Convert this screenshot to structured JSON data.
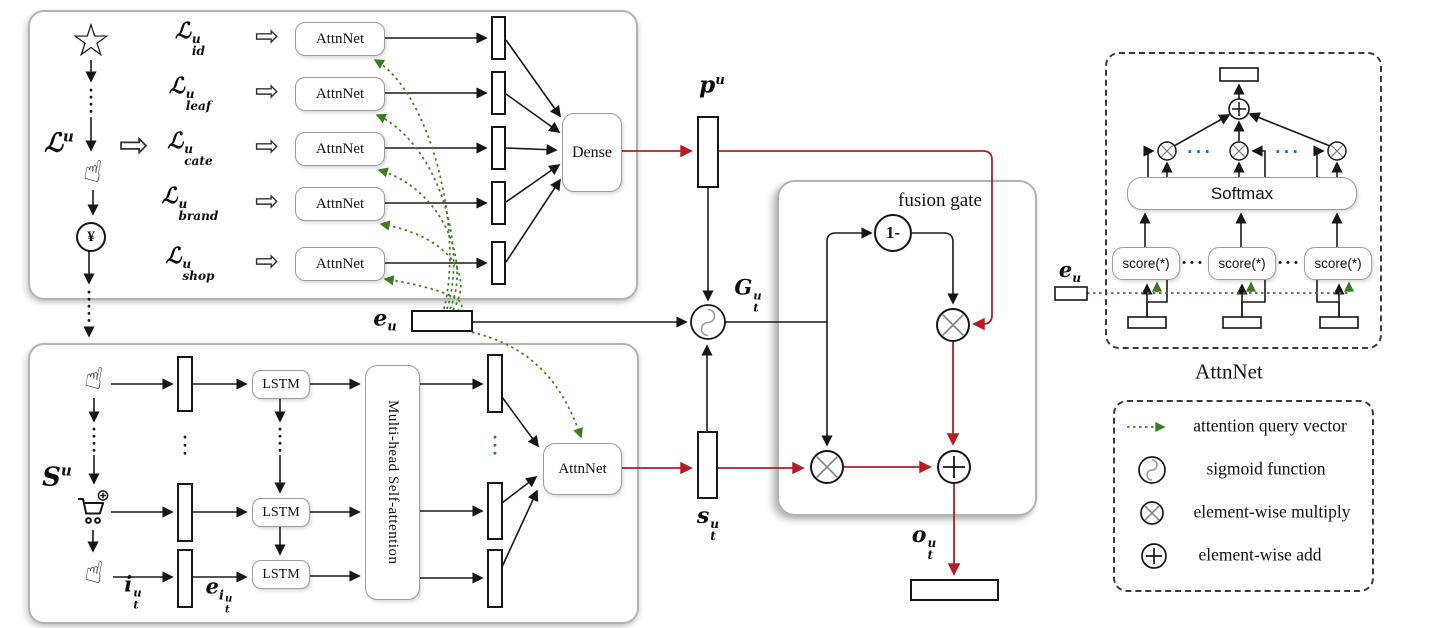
{
  "colors": {
    "red": "#b11f24",
    "green": "#3c7c1e",
    "blue_dots": "#3465a4",
    "box_border": "#b3b3b3",
    "small_border": "#9c9c9c"
  },
  "icons": {
    "star": "☆",
    "click_hand": "☝",
    "yen": "¥",
    "double_arrow": "⇨",
    "ellipsis": "..."
  },
  "top_box": {
    "seq": {
      "base": "ℒ",
      "sup": "u"
    },
    "row_base": "ℒ",
    "row_sup": "u",
    "rows": [
      {
        "sub": "id"
      },
      {
        "sub": "leaf"
      },
      {
        "sub": "cate"
      },
      {
        "sub": "brand"
      },
      {
        "sub": "shop"
      }
    ],
    "attnnet": "AttnNet",
    "dense": "Dense"
  },
  "mid": {
    "p": {
      "base": "p",
      "sup": "u"
    },
    "e": {
      "base": "e",
      "sub": "u"
    },
    "G": {
      "base": "G",
      "sup": "u",
      "sub": "t"
    },
    "s": {
      "base": "s",
      "sup": "u",
      "sub": "t"
    },
    "o": {
      "base": "o",
      "sup": "u",
      "sub": "t"
    },
    "fusion": "fusion gate",
    "one_minus": "1-"
  },
  "bottom_box": {
    "seq": {
      "base": "S",
      "sup": "u"
    },
    "lstm": "LSTM",
    "mhsa": "Multi-head Self-attention",
    "attnnet": "AttnNet",
    "i": {
      "base": "i",
      "sup": "u",
      "sub": "t"
    },
    "e_i": {
      "base": "e",
      "sub_base": "i",
      "sub_sup": "u",
      "sub_sub": "t"
    }
  },
  "attn_detail": {
    "softmax": "Softmax",
    "score": "score(*)",
    "title": "AttnNet",
    "e": {
      "base": "e",
      "sub": "u"
    },
    "dots": "..."
  },
  "legend": {
    "items": [
      {
        "label": "attention query vector"
      },
      {
        "label": "sigmoid function"
      },
      {
        "label": "element-wise multiply"
      },
      {
        "label": "element-wise add"
      }
    ]
  }
}
